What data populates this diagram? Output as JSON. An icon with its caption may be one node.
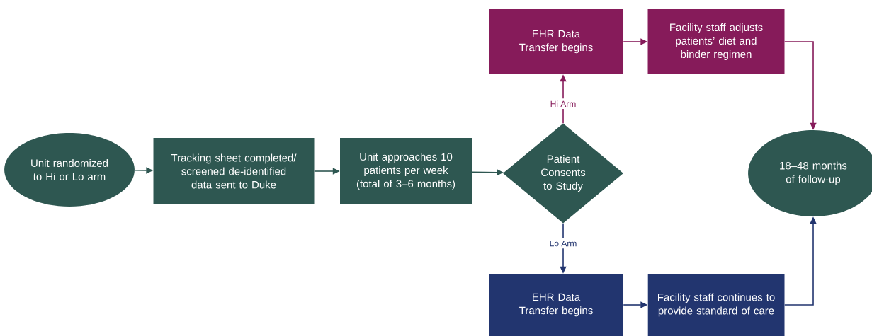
{
  "diagram": {
    "nodes": [
      {
        "text": [
          "Unit randomized to Hi or Lo arm"
        ]
      },
      {
        "text": [
          "Tracking sheet completed/ screened de-identified data sent to Duke"
        ]
      },
      {
        "text": [
          "Unit approaches 10 patients per week (total of 3–6 months)"
        ]
      },
      {
        "text": [
          "Patient Consents to Study"
        ]
      },
      {
        "text": [
          "EHR Data Transfer begins"
        ]
      },
      {
        "text": [
          "Facility staff adjusts patients’ diet and binder regimen"
        ]
      },
      {
        "text": [
          "18–48 months of follow-up"
        ]
      },
      {
        "text": [
          "EHR Data Transfer begins"
        ]
      },
      {
        "text": [
          "Facility staff continues to provide standard of care"
        ]
      }
    ],
    "edges": [
      {
        "from": 0,
        "to": 1,
        "arrow": "to"
      },
      {
        "from": 1,
        "to": 2,
        "arrow": "to"
      },
      {
        "from": 2,
        "to": 3,
        "arrow": "to"
      },
      {
        "from": 3,
        "to": 4,
        "arrow": "to",
        "label": "Hi Arm",
        "color": "#861b5a"
      },
      {
        "from": 4,
        "to": 5,
        "arrow": "to",
        "color": "#861b5a"
      },
      {
        "from": 5,
        "to": 6,
        "arrow": "to",
        "color": "#861b5a"
      },
      {
        "from": 3,
        "to": 7,
        "arrow": "to",
        "label": "Lo Arm",
        "color": "#22356f"
      },
      {
        "from": 7,
        "to": 8,
        "arrow": "to",
        "color": "#22356f"
      },
      {
        "from": 8,
        "to": 6,
        "arrow": "to",
        "color": "#22356f"
      }
    ]
  }
}
